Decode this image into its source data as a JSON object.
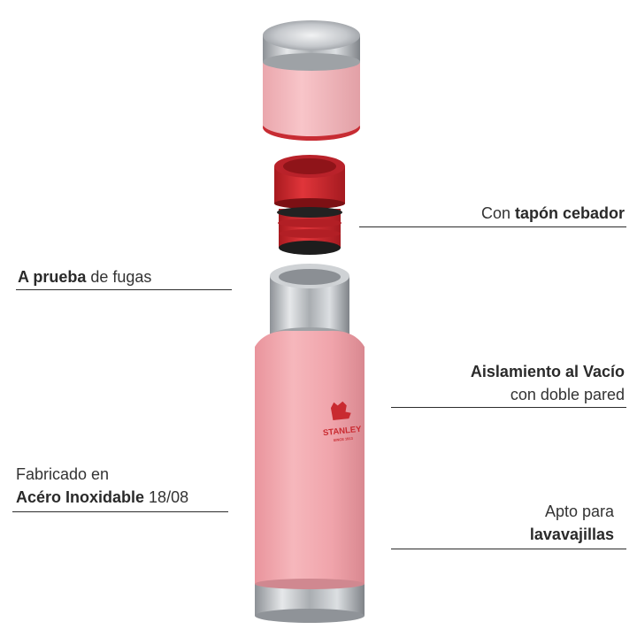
{
  "colors": {
    "body_pink": "#f2a6ad",
    "lid_pink": "#f4b5ba",
    "stopper_red": "#d4282d",
    "steel": "#b8bcc0",
    "brand_red": "#c92a30"
  },
  "product": {
    "brand": "STANLEY",
    "brand_sub": "SINCE 1913"
  },
  "callouts": {
    "stopper": {
      "prefix": "Con ",
      "bold": "tapón cebador"
    },
    "leakproof": {
      "bold": "A prueba",
      "suffix": " de fugas"
    },
    "vacuum": {
      "line1_bold": "Aislamiento al Vacío",
      "line2": "con doble pared"
    },
    "steel": {
      "line1": "Fabricado en",
      "line2_bold": "Acéro Inoxidable",
      "line2_suffix": " 18/08"
    },
    "dishwasher": {
      "line1": "Apto para",
      "line2_bold": "lavavajillas"
    }
  }
}
